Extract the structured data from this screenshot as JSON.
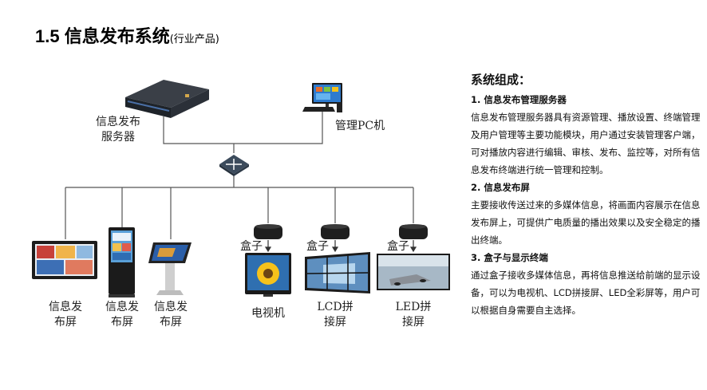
{
  "header": {
    "title": "1.5 信息发布系统",
    "subtitle": "(行业产品)"
  },
  "diagram": {
    "server_label": [
      "信息发布",
      "服务器"
    ],
    "pc_label": "管理PC机",
    "box_label": "盒子",
    "terminals": [
      {
        "label": [
          "信息发",
          "布屏"
        ]
      },
      {
        "label": [
          "信息发",
          "布屏"
        ]
      },
      {
        "label": [
          "信息发",
          "布屏"
        ]
      },
      {
        "label": [
          "电视机"
        ]
      },
      {
        "label": [
          "LCD拼",
          "接屏"
        ]
      },
      {
        "label": [
          "LED拼",
          "接屏"
        ]
      }
    ]
  },
  "composition": {
    "heading": "系统组成：",
    "sections": [
      {
        "title": "1.   信息发布管理服务器",
        "body": "信息发布管理服务器具有资源管理、播放设置、终端管理及用户管理等主要功能模块，用户通过安装管理客户端，可对播放内容进行编辑、审核、发布、监控等，对所有信息发布终端进行统一管理和控制。"
      },
      {
        "title": "2.  信息发布屏",
        "body": "主要接收传送过来的多媒体信息，将画面内容展示在信息发布屏上，可提供广电质量的播出效果以及安全稳定的播出终端。"
      },
      {
        "title": "3.  盒子与显示终端",
        "body": "通过盒子接收多媒体信息，再将信息推送给前端的显示设备，可以为电视机、LCD拼接屏、LED全彩屏等，用户可以根据自身需要自主选择。"
      }
    ]
  }
}
